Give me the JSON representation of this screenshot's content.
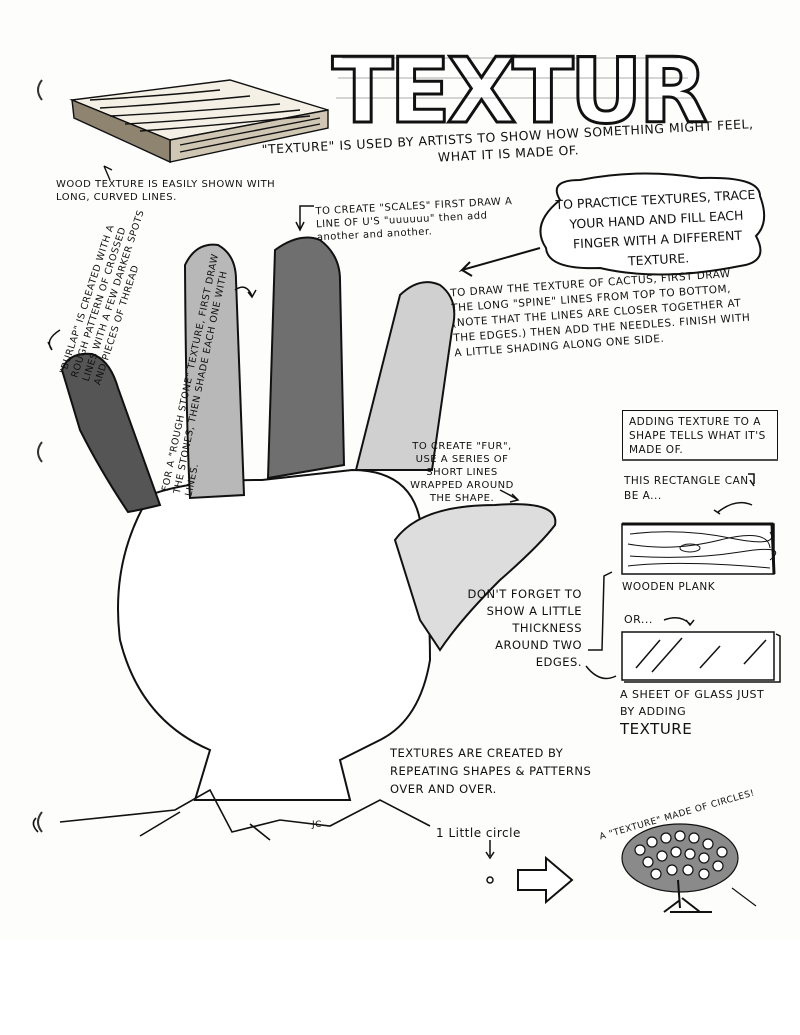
{
  "title": "TEXTURE",
  "intro": "\"TEXTURE\" IS USED BY ARTISTS TO SHOW HOW SOMETHING MIGHT FEEL, WHAT IT IS MADE OF.",
  "wood_caption": "WOOD TEXTURE IS EASILY SHOWN WITH LONG, CURVED LINES.",
  "scales_note": "TO CREATE \"SCALES\" FIRST DRAW A LINE OF U'S \"uuuuuu\" then add another and another.",
  "practice_bubble": "TO PRACTICE TEXTURES, TRACE YOUR HAND AND FILL EACH FINGER WITH A DIFFERENT TEXTURE.",
  "burlap_note": "\"BURLAP\" IS CREATED WITH A ROUGH PATTERN OF CROSSED LINES WITH A FEW DARKER SPOTS AND PIECES OF THREAD",
  "stone_note": "FOR A \"ROUGH STONE\" TEXTURE, FIRST DRAW THE STONES, THEN SHADE EACH ONE WITH LINES.",
  "cactus_note": "TO DRAW THE TEXTURE OF CACTUS, FIRST DRAW THE LONG \"SPINE\" LINES FROM TOP TO BOTTOM, (NOTE THAT THE LINES ARE CLOSER TOGETHER AT THE EDGES.) THEN ADD THE NEEDLES. FINISH WITH A LITTLE SHADING ALONG ONE SIDE.",
  "fur_note": "TO CREATE \"FUR\", USE A SERIES OF SHORT LINES WRAPPED AROUND THE SHAPE.",
  "thickness_note": "DON'T FORGET TO SHOW A LITTLE THICKNESS AROUND TWO EDGES.",
  "shape_box": "ADDING TEXTURE TO A SHAPE TELLS WHAT IT'S MADE OF.",
  "rectangle_note": "THIS RECTANGLE CAN BE A...",
  "plank_label": "WOODEN PLANK",
  "or_label": "OR...",
  "glass_label": "A SHEET OF GLASS JUST BY ADDING",
  "texture_word": "TEXTURE",
  "repeat_note": "TEXTURES ARE CREATED BY REPEATING SHAPES & PATTERNS OVER AND OVER.",
  "little_circle": "1 Little circle",
  "tree_caption": "A \"TEXTURE\" MADE OF CIRCLES!",
  "signature": "JC"
}
